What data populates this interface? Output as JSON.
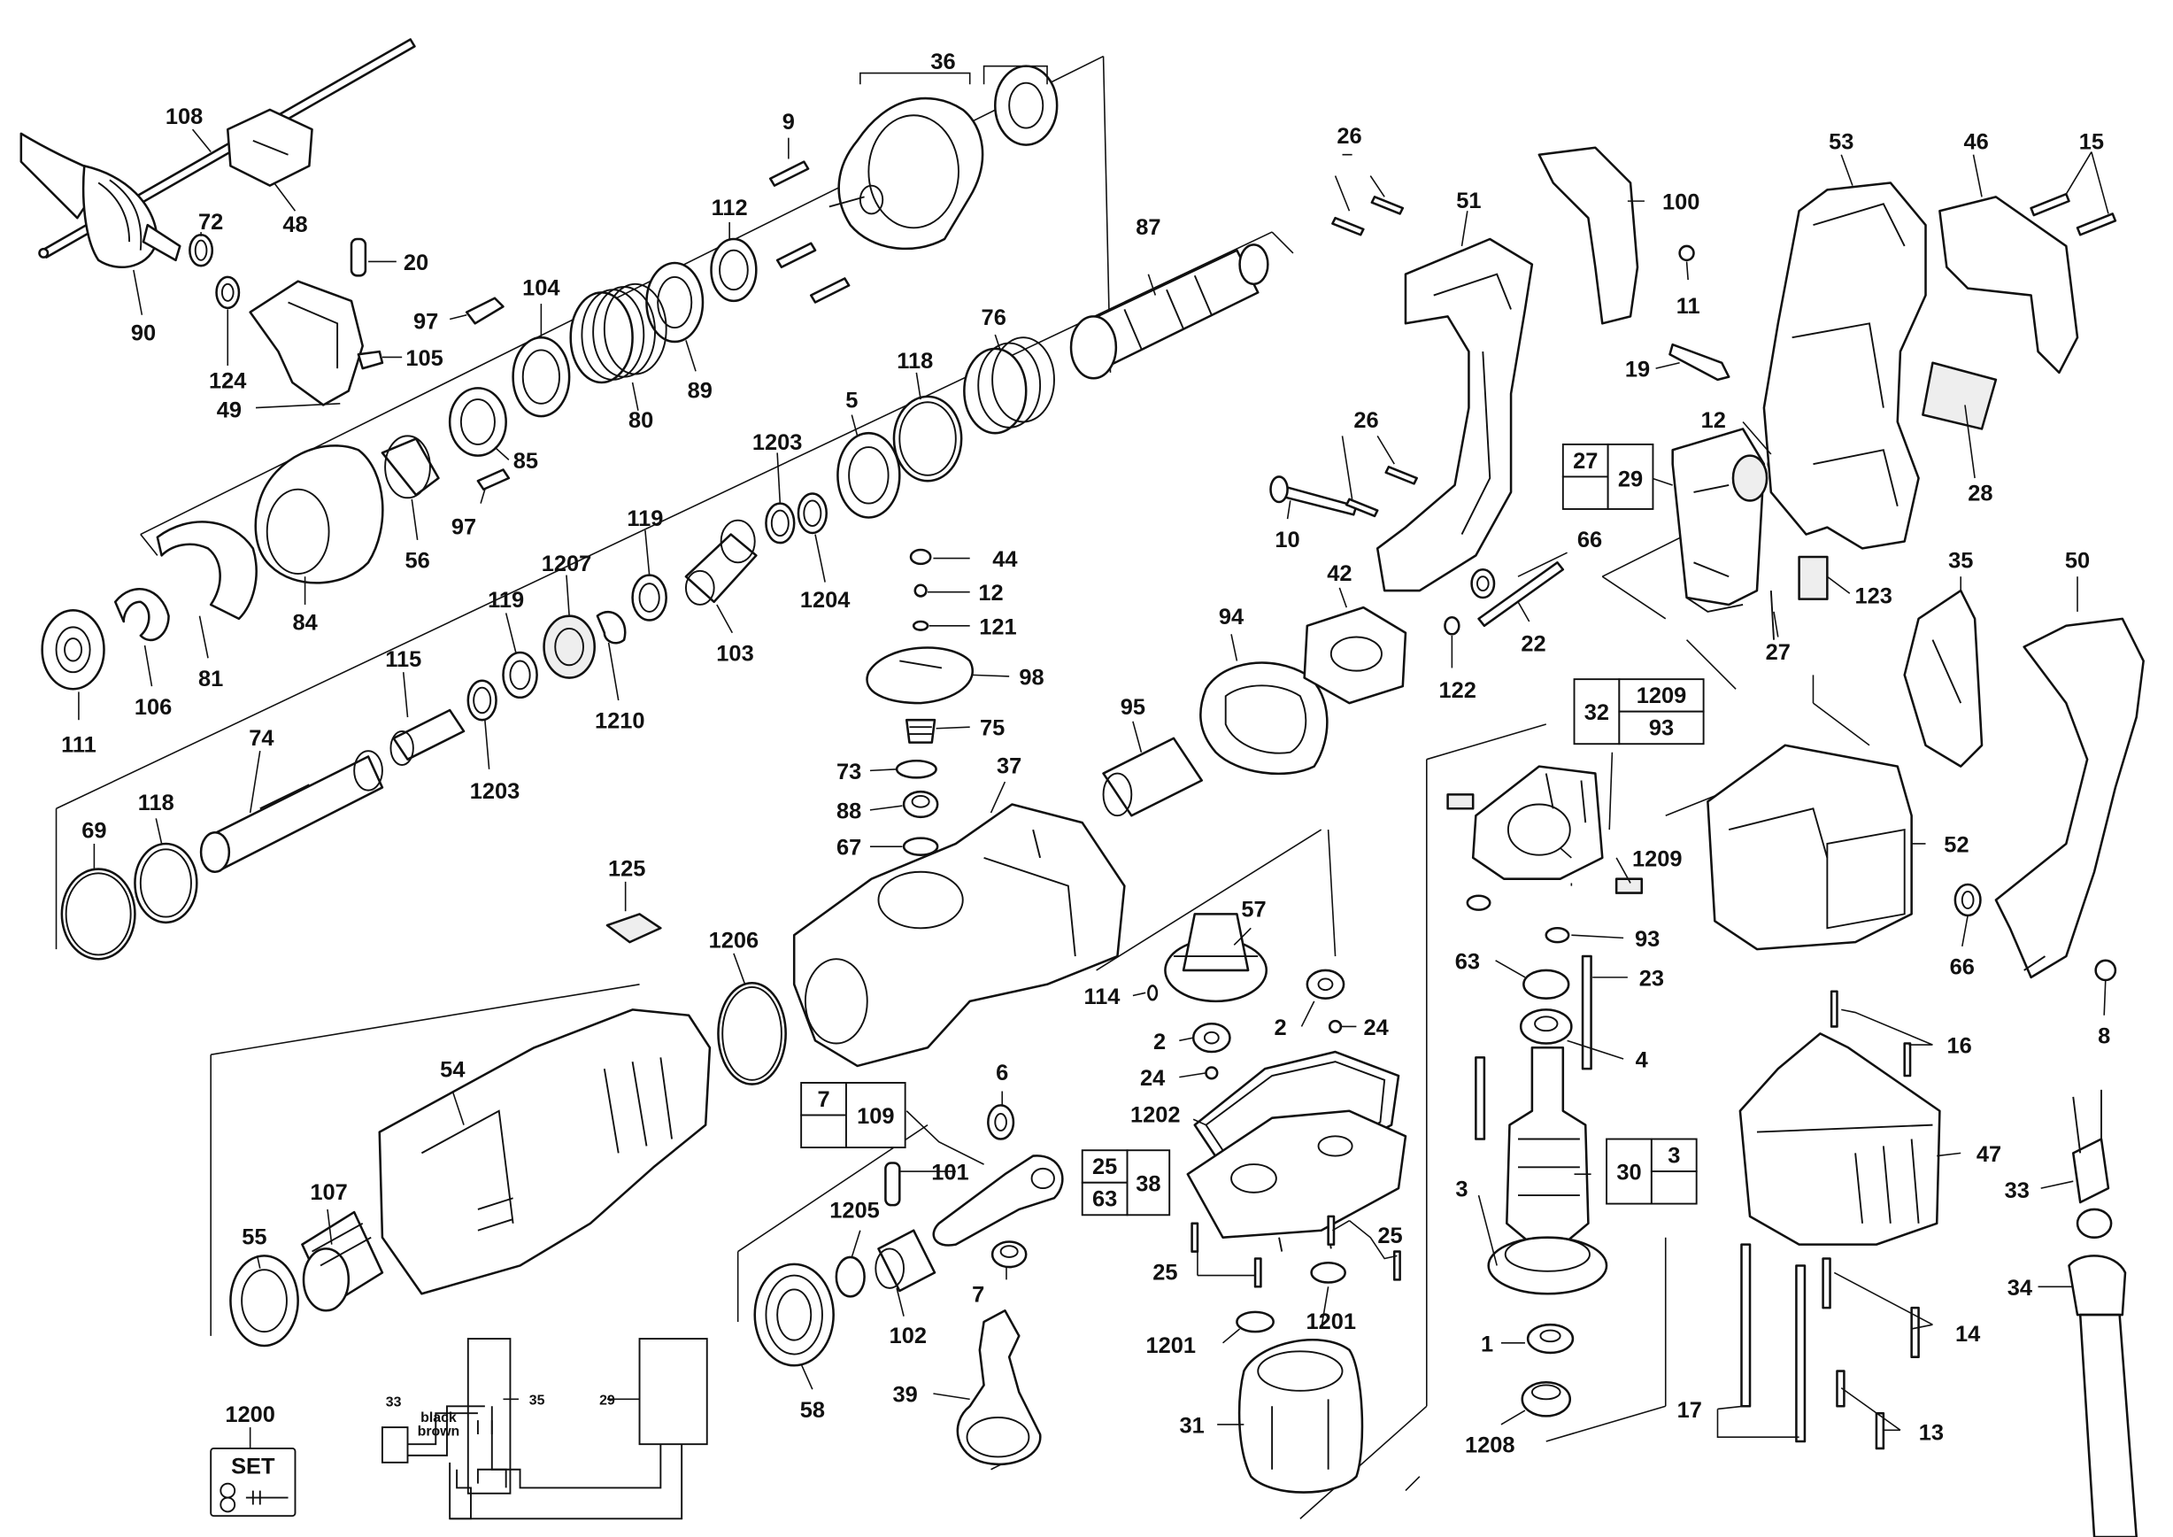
{
  "labels": {
    "l108": "108",
    "l48": "48",
    "l72": "72",
    "l90": "90",
    "l124": "124",
    "l49": "49",
    "l20": "20",
    "l105": "105",
    "l36": "36",
    "l9": "9",
    "l112": "112",
    "l97a": "97",
    "l104": "104",
    "l80": "80",
    "l89": "89",
    "l87": "87",
    "l76": "76",
    "l118a": "118",
    "l85": "85",
    "l56": "56",
    "l97b": "97",
    "l84": "84",
    "l81": "81",
    "l106": "106",
    "l111": "111",
    "l5": "5",
    "l1203a": "1203",
    "l1204": "1204",
    "l119a": "119",
    "l103": "103",
    "l1207": "1207",
    "l119b": "119",
    "l1210": "1210",
    "l115": "115",
    "l1203b": "1203",
    "l74": "74",
    "l118b": "118",
    "l69": "69",
    "l44": "44",
    "l12a": "12",
    "l121": "121",
    "l98": "98",
    "l75": "75",
    "l73": "73",
    "l37": "37",
    "l88": "88",
    "l67": "67",
    "l95": "95",
    "l94": "94",
    "l42": "42",
    "l122": "122",
    "l22": "22",
    "l66a": "66",
    "l10": "10",
    "l26a": "26",
    "l26b": "26",
    "l51": "51",
    "l100": "100",
    "l11": "11",
    "l19": "19",
    "l12b": "12",
    "l27": "27",
    "l53": "53",
    "l46": "46",
    "l15": "15",
    "l28": "28",
    "l123": "123",
    "l35": "35",
    "l50": "50",
    "l52": "52",
    "l66b": "66",
    "l8": "8",
    "l125": "125",
    "l1206": "1206",
    "l54": "54",
    "l57": "57",
    "l114": "114",
    "l2a": "2",
    "l24a": "24",
    "l2b": "2",
    "l24b": "24",
    "l1202": "1202",
    "l6": "6",
    "l101": "101",
    "l1205": "1205",
    "l102": "102",
    "l7": "7",
    "l39": "39",
    "l58": "58",
    "l107": "107",
    "l55": "55",
    "l25a": "25",
    "l25b": "25",
    "l1201a": "1201",
    "l1201b": "1201",
    "l31": "31",
    "l1209": "1209",
    "l63": "63",
    "l93": "93",
    "l23": "23",
    "l4": "4",
    "l3": "3",
    "l1": "1",
    "l1208": "1208",
    "l16": "16",
    "l47": "47",
    "l14": "14",
    "l13": "13",
    "l17": "17",
    "l33": "33",
    "l34": "34",
    "l1200": "1200"
  },
  "boxes": {
    "b27_29": {
      "a": "27",
      "b": "29"
    },
    "b32": {
      "a": "32",
      "b": "1209",
      "c": "93"
    },
    "b7_109": {
      "a": "7",
      "b": "109"
    },
    "b25_38": {
      "a": "25",
      "b": "63",
      "c": "38"
    },
    "b30_3": {
      "a": "30",
      "b": "3"
    }
  },
  "wiring": {
    "label_33": "33",
    "label_35": "35",
    "label_29": "29",
    "wire_black": "black",
    "wire_brown": "brown"
  },
  "set_icon": {
    "text": "SET"
  }
}
